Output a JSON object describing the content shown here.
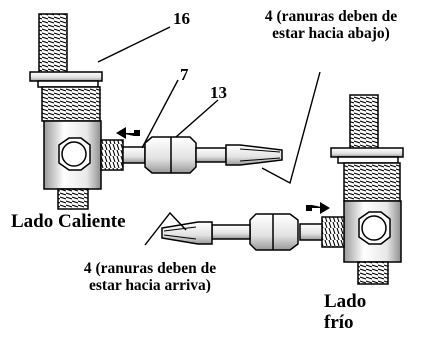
{
  "callouts": {
    "part_16": "16",
    "part_7": "7",
    "part_13": "13",
    "note_top_line1": "4 (ranuras deben de",
    "note_top_line2": "estar hacia abajo)",
    "note_bottom_line1": "4 (ranuras deben de",
    "note_bottom_line2": "estar hacia arriva)"
  },
  "sides": {
    "hot": "Lado Caliente",
    "cold_line1": "Lado",
    "cold_line2": "frío"
  },
  "colors": {
    "ink": "#000000",
    "metal": "#ffffff",
    "shade": "#bdbdbd"
  }
}
